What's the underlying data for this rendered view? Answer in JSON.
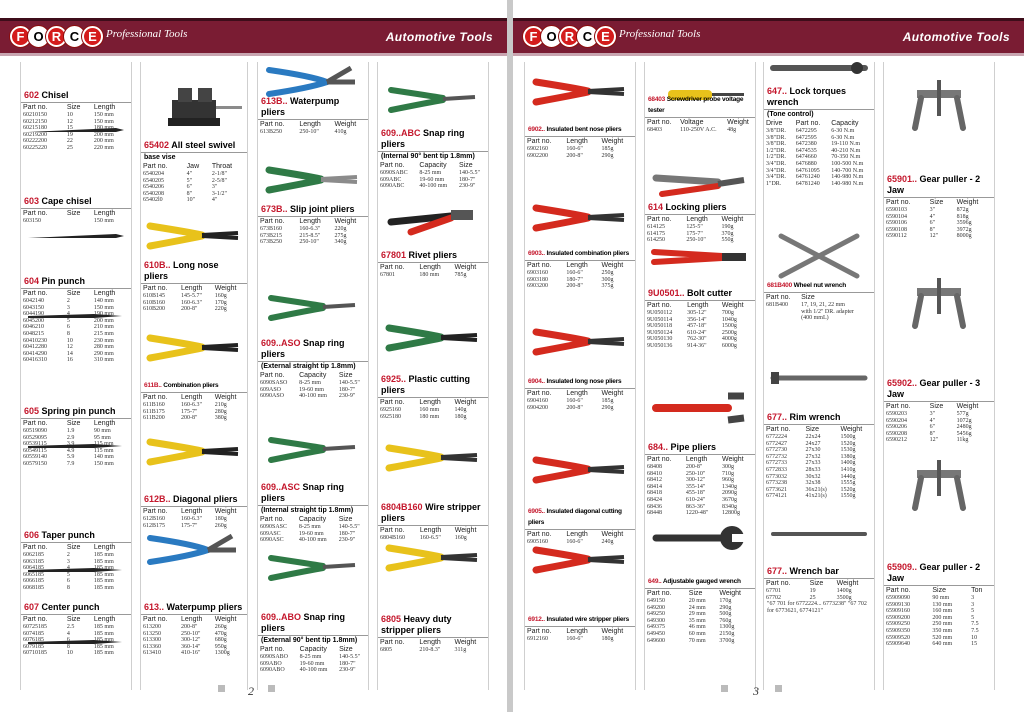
{
  "header": {
    "brand_letters": [
      "F",
      "O",
      "R",
      "C",
      "E"
    ],
    "tagline": "Professional Tools",
    "section_title": "Automotive Tools"
  },
  "pages": {
    "left_number": "2",
    "right_number": "3"
  },
  "c1": [
    {
      "code": "602",
      "name": "Chisel",
      "head": [
        "Part no.",
        "Size",
        "Length"
      ],
      "rows": [
        [
          "60210150",
          "10",
          "150 mm"
        ],
        [
          "60212150",
          "12",
          "150 mm"
        ],
        [
          "60215180",
          "15",
          "180 mm"
        ],
        [
          "60219200",
          "19",
          "200 mm"
        ],
        [
          "60222200",
          "22",
          "200 mm"
        ],
        [
          "60225220",
          "25",
          "220 mm"
        ]
      ]
    },
    {
      "code": "603",
      "name": "Cape chisel",
      "head": [
        "Part no.",
        "Size",
        "Length"
      ],
      "rows": [
        [
          "603150",
          "",
          "150 mm"
        ]
      ]
    },
    {
      "code": "604",
      "name": "Pin punch",
      "head": [
        "Part no.",
        "Size",
        "Length"
      ],
      "rows": [
        [
          "6042140",
          "2",
          "140 mm"
        ],
        [
          "6043150",
          "3",
          "150 mm"
        ],
        [
          "6044190",
          "4",
          "190 mm"
        ],
        [
          "6045200",
          "5",
          "200 mm"
        ],
        [
          "6046210",
          "6",
          "210 mm"
        ],
        [
          "6048215",
          "8",
          "215 mm"
        ],
        [
          "60410230",
          "10",
          "230 mm"
        ],
        [
          "60412280",
          "12",
          "280 mm"
        ],
        [
          "60414290",
          "14",
          "290 mm"
        ],
        [
          "60416310",
          "16",
          "310 mm"
        ]
      ]
    },
    {
      "code": "605",
      "name": "Spring pin punch",
      "head": [
        "Part no.",
        "Size",
        "Length"
      ],
      "rows": [
        [
          "60519090",
          "1.9",
          "90 mm"
        ],
        [
          "60529095",
          "2.9",
          "95 mm"
        ],
        [
          "60539115",
          "3.9",
          "115 mm"
        ],
        [
          "60549115",
          "4.9",
          "115 mm"
        ],
        [
          "60559140",
          "5.9",
          "140 mm"
        ],
        [
          "60579150",
          "7.9",
          "150 mm"
        ]
      ]
    },
    {
      "code": "606",
      "name": "Taper punch",
      "head": [
        "Part no.",
        "Size",
        "Length"
      ],
      "rows": [
        [
          "6062185",
          "2",
          "185 mm"
        ],
        [
          "6063185",
          "3",
          "185 mm"
        ],
        [
          "6064185",
          "4",
          "185 mm"
        ],
        [
          "6065185",
          "5",
          "185 mm"
        ],
        [
          "6066185",
          "6",
          "185 mm"
        ],
        [
          "6068185",
          "8",
          "185 mm"
        ]
      ]
    },
    {
      "code": "607",
      "name": "Center punch",
      "head": [
        "Part no.",
        "Size",
        "Length"
      ],
      "rows": [
        [
          "60725185",
          "2.5",
          "185 mm"
        ],
        [
          "6074185",
          "4",
          "185 mm"
        ],
        [
          "6076185",
          "6",
          "185 mm"
        ],
        [
          "6079185",
          "8",
          "185 mm"
        ],
        [
          "60710185",
          "10",
          "185 mm"
        ]
      ]
    }
  ],
  "c2": [
    {
      "code": "65402",
      "name": "All steel swivel",
      "name2": "base vise",
      "head": [
        "Part no.",
        "Jaw",
        "Throat"
      ],
      "rows": [
        [
          "6540204",
          "4\"",
          "2-1/8\""
        ],
        [
          "6540205",
          "5\"",
          "2-5/8\""
        ],
        [
          "6540206",
          "6\"",
          "3\""
        ],
        [
          "6540208",
          "8\"",
          "3-1/2\""
        ],
        [
          "65402l0",
          "10\"",
          "4\""
        ]
      ]
    },
    {
      "code": "610B..",
      "name": "Long nose pliers",
      "head": [
        "Part no.",
        "Length",
        "Weight"
      ],
      "rows": [
        [
          "610B145",
          "145-5.7\"",
          "160g"
        ],
        [
          "610B160",
          "160-6.3\"",
          "170g"
        ],
        [
          "610B200",
          "200-8\"",
          "220g"
        ]
      ]
    },
    {
      "code": "611B..",
      "name": "Combination pliers",
      "small": true,
      "head": [
        "Part no.",
        "Length",
        "Weight"
      ],
      "rows": [
        [
          "611B160",
          "160-6.3\"",
          "210g"
        ],
        [
          "611B175",
          "175-7\"",
          "280g"
        ],
        [
          "611B200",
          "200-8\"",
          "380g"
        ]
      ]
    },
    {
      "code": "612B..",
      "name": "Diagonal pliers",
      "head": [
        "Part no.",
        "Length",
        "Weight"
      ],
      "rows": [
        [
          "612B160",
          "160-6.3\"",
          "180g"
        ],
        [
          "612B175",
          "175-7\"",
          "260g"
        ]
      ]
    },
    {
      "code": "613..",
      "name": "Waterpump pliers",
      "head": [
        "Part no.",
        "Length",
        "Weight"
      ],
      "rows": [
        [
          "613200",
          "200-8\"",
          "260g"
        ],
        [
          "613250",
          "250-10\"",
          "470g"
        ],
        [
          "613300",
          "300-12\"",
          "680g"
        ],
        [
          "613360",
          "360-14\"",
          "950g"
        ],
        [
          "613410",
          "410-16\"",
          "1300g"
        ]
      ]
    }
  ],
  "c3": [
    {
      "code": "613B..",
      "name": "Waterpump pliers",
      "head": [
        "Part no.",
        "Length",
        "Weight"
      ],
      "rows": [
        [
          "613B250",
          "250-10\"",
          "410g"
        ]
      ]
    },
    {
      "code": "673B..",
      "name": "Slip joint pliers",
      "head": [
        "Part no.",
        "Length",
        "Weight"
      ],
      "rows": [
        [
          "673B160",
          "160-6.3\"",
          "220g"
        ],
        [
          "673B215",
          "215-8.5\"",
          "275g"
        ],
        [
          "673B250",
          "250-10\"",
          "340g"
        ]
      ]
    },
    {
      "code": "609..ASO",
      "name": "Snap ring pliers",
      "sub": "(External straight tip 1.8mm)",
      "head": [
        "Part no.",
        "Capacity",
        "Size"
      ],
      "rows": [
        [
          "6090SASO",
          "8-25 mm",
          "140-5.5\""
        ],
        [
          "609ASO",
          "19-60 mm",
          "180-7\""
        ],
        [
          "6090ASO",
          "40-100 mm",
          "230-9\""
        ]
      ]
    },
    {
      "code": "609..ASC",
      "name": "Snap ring pliers",
      "sub": "(Internal straight tip 1.8mm)",
      "head": [
        "Part no.",
        "Capacity",
        "Size"
      ],
      "rows": [
        [
          "6090SASC",
          "8-25 mm",
          "140-5.5\""
        ],
        [
          "609ASC",
          "19-60 mm",
          "180-7\""
        ],
        [
          "6090ASC",
          "40-100 mm",
          "230-9\""
        ]
      ]
    },
    {
      "code": "609..ABO",
      "name": "Snap ring pliers",
      "sub": "(External 90° bent tip 1.8mm)",
      "head": [
        "Part no.",
        "Capacity",
        "Size"
      ],
      "rows": [
        [
          "6090SABO",
          "8-25 mm",
          "140-5.5\""
        ],
        [
          "609ABO",
          "19-60 mm",
          "180-7\""
        ],
        [
          "6090ABO",
          "40-100 mm",
          "230-9\""
        ]
      ]
    }
  ],
  "c4": [
    {
      "code": "609..ABC",
      "name": "Snap ring pliers",
      "sub": "(Internal 90° bent tip 1.8mm)",
      "head": [
        "Part no.",
        "Capacity",
        "Size"
      ],
      "rows": [
        [
          "6090SABC",
          "8-25 mm",
          "140-5.5\""
        ],
        [
          "609ABC",
          "19-60 mm",
          "180-7\""
        ],
        [
          "6090ABC",
          "40-100 mm",
          "230-9\""
        ]
      ]
    },
    {
      "code": "67801",
      "name": "Rivet pliers",
      "head": [
        "Part no.",
        "Length",
        "Weight"
      ],
      "rows": [
        [
          "67801",
          "180 mm",
          "785g"
        ]
      ]
    },
    {
      "code": "6925..",
      "name": "Plastic cutting pliers",
      "head": [
        "Part no.",
        "Length",
        "Weight"
      ],
      "rows": [
        [
          "6925160",
          "160 mm",
          "140g"
        ],
        [
          "6925180",
          "180 mm",
          "180g"
        ]
      ]
    },
    {
      "code": "6804B160",
      "name": "Wire stripper pliers",
      "head": [
        "Part no.",
        "Length",
        "Weight"
      ],
      "rows": [
        [
          "6804B160",
          "160-6.5\"",
          "160g"
        ]
      ]
    },
    {
      "code": "6805",
      "name": "Heavy duty stripper pliers",
      "head": [
        "Part no.",
        "Length",
        "Weight"
      ],
      "rows": [
        [
          "6805",
          "210-8.3\"",
          "311g"
        ]
      ]
    }
  ],
  "c5": [
    {
      "code": "6902..",
      "name": "Insulated bent nose pliers",
      "small": true,
      "head": [
        "Part no.",
        "Length",
        "Weight"
      ],
      "rows": [
        [
          "6902160",
          "160-6\"",
          "185g"
        ],
        [
          "6902200",
          "200-8\"",
          "290g"
        ]
      ]
    },
    {
      "code": "6903..",
      "name": "Insulated combination pliers",
      "small": true,
      "head": [
        "Part no.",
        "Length",
        "Weight"
      ],
      "rows": [
        [
          "6903160",
          "160-6\"",
          "250g"
        ],
        [
          "6903180",
          "180-7\"",
          "300g"
        ],
        [
          "6903200",
          "200-8\"",
          "375g"
        ]
      ]
    },
    {
      "code": "6904..",
      "name": "Insulated long nose pliers",
      "small": true,
      "head": [
        "Part no.",
        "Length",
        "Weight"
      ],
      "rows": [
        [
          "6904160",
          "160-6\"",
          "185g"
        ],
        [
          "6904200",
          "200-8\"",
          "290g"
        ]
      ]
    },
    {
      "code": "6905..",
      "name": "Insulated diagonal cutting pliers",
      "small": true,
      "head": [
        "Part no.",
        "Length",
        "Weight"
      ],
      "rows": [
        [
          "6905160",
          "160-6\"",
          "240g"
        ]
      ]
    },
    {
      "code": "6912..",
      "name": "Insulated wire stripper pliers",
      "small": true,
      "head": [
        "Part no.",
        "Length",
        "Weight"
      ],
      "rows": [
        [
          "6912160",
          "160-6\"",
          "180g"
        ]
      ]
    }
  ],
  "c6": [
    {
      "code": "68403",
      "name": "Screwdriver probe voltage tester",
      "small": true,
      "head": [
        "Part no.",
        "Voltage",
        "Weight"
      ],
      "rows": [
        [
          "68403",
          "110-250V A.C.",
          "48g"
        ]
      ]
    },
    {
      "code": "614",
      "name": "Locking pliers",
      "head": [
        "Part no.",
        "Length",
        "Weight"
      ],
      "rows": [
        [
          "614125",
          "125-5\"",
          "190g"
        ],
        [
          "614175",
          "175-7\"",
          "370g"
        ],
        [
          "614250",
          "250-10\"",
          "550g"
        ]
      ]
    },
    {
      "code": "9U0501..",
      "name": "Bolt cutter",
      "head": [
        "Part no.",
        "Length",
        "Weight"
      ],
      "rows": [
        [
          "9U050112",
          "305-12\"",
          "700g"
        ],
        [
          "9U050114",
          "356-14\"",
          "1040g"
        ],
        [
          "9U050118",
          "457-18\"",
          "1500g"
        ],
        [
          "9U050124",
          "610-24\"",
          "2500g"
        ],
        [
          "9U050130",
          "762-30\"",
          "4000g"
        ],
        [
          "9U050136",
          "914-36\"",
          "6000g"
        ]
      ]
    },
    {
      "code": "684..",
      "name": "Pipe pliers",
      "head": [
        "Part no.",
        "Length",
        "Weight"
      ],
      "rows": [
        [
          "68408",
          "200-8\"",
          "300g"
        ],
        [
          "68410",
          "250-10\"",
          "710g"
        ],
        [
          "68412",
          "300-12\"",
          "960g"
        ],
        [
          "68414",
          "355-14\"",
          "1340g"
        ],
        [
          "68418",
          "455-18\"",
          "2090g"
        ],
        [
          "68424",
          "610-24\"",
          "3670g"
        ],
        [
          "68436",
          "863-36\"",
          "8340g"
        ],
        [
          "68448",
          "1220-48\"",
          "12800g"
        ]
      ]
    },
    {
      "code": "649..",
      "name": "Adjustable gauged wrench",
      "small": true,
      "head": [
        "Part no.",
        "Size",
        "Weight"
      ],
      "rows": [
        [
          "649150",
          "20 mm",
          "170g"
        ],
        [
          "649200",
          "24 mm",
          "290g"
        ],
        [
          "649250",
          "29 mm",
          "500g"
        ],
        [
          "649300",
          "35 mm",
          "760g"
        ],
        [
          "649375",
          "46 mm",
          "1300g"
        ],
        [
          "649450",
          "60 mm",
          "2150g"
        ],
        [
          "649600",
          "70 mm",
          "3700g"
        ]
      ]
    }
  ],
  "c7": [
    {
      "code": "647..",
      "name": "Lock torques wrench",
      "name2": "(Tone control)",
      "head": [
        "Drive",
        "Part no.",
        "Capacity"
      ],
      "rows": [
        [
          "3/8\"DR.",
          "6472295",
          "6-30 N.m"
        ],
        [
          "3/8\"DR.",
          "6472595",
          "6-30 N.m"
        ],
        [
          "3/8\"DR.",
          "6472380",
          "19-110 N.m"
        ],
        [
          "1/2\"DR.",
          "6474535",
          "40-210 N.m"
        ],
        [
          "1/2\"DR.",
          "6474660",
          "70-350 N.m"
        ],
        [
          "3/4\"DR.",
          "6476880",
          "100-500 N.m"
        ],
        [
          "3/4\"DR.",
          "64761095",
          "140-700 N.m"
        ],
        [
          "3/4\"DR.",
          "64761240",
          "140-980 N.m"
        ],
        [
          "1\"DR.",
          "64781240",
          "140-980 N.m"
        ]
      ]
    },
    {
      "code": "681B400",
      "name": "Wheel nut wrench",
      "small": true,
      "head": [
        "Part no.",
        "Size",
        ""
      ],
      "rows": [
        [
          "681B400",
          "17, 19, 21, 22 mm",
          ""
        ],
        [
          "",
          "with 1/2\" DR. adapter",
          ""
        ],
        [
          "",
          "(400 mmL)",
          ""
        ]
      ]
    },
    {
      "code": "677..",
      "name": "Rim wrench",
      "head": [
        "Part no.",
        "Size",
        "Weight"
      ],
      "rows": [
        [
          "6772224",
          "22x24",
          "1500g"
        ],
        [
          "6772427",
          "24x27",
          "1520g"
        ],
        [
          "6772730",
          "27x30",
          "1530g"
        ],
        [
          "6772732",
          "27x32",
          "1380g"
        ],
        [
          "6772733",
          "27x33",
          "1400g"
        ],
        [
          "6772833",
          "28x33",
          "1410g"
        ],
        [
          "6773032",
          "30x32",
          "1440g"
        ],
        [
          "6773238",
          "32x38",
          "1555g"
        ],
        [
          "6773621",
          "36x21(s)",
          "1520g"
        ],
        [
          "6774121",
          "41x21(s)",
          "1550g"
        ]
      ]
    },
    {
      "code": "677..",
      "name": "Wrench bar",
      "head": [
        "Part no.",
        "Size",
        "Weight"
      ],
      "rows": [
        [
          "67701",
          "19",
          "1400g"
        ],
        [
          "67702",
          "25",
          "3500g"
        ]
      ],
      "note": "\"67 701 for 6772224... 6773238\" \"67 702 for 6773621, 6774121\""
    }
  ],
  "c8": [
    {
      "code": "65901..",
      "name": "Gear puller - 2 Jaw",
      "head": [
        "Part no.",
        "Size",
        "Weight"
      ],
      "rows": [
        [
          "6590103",
          "3\"",
          "872g"
        ],
        [
          "6590104",
          "4\"",
          "818g"
        ],
        [
          "6590106",
          "6\"",
          "3596g"
        ],
        [
          "6590108",
          "8\"",
          "3972g"
        ],
        [
          "6590112",
          "12\"",
          "8000g"
        ]
      ]
    },
    {
      "code": "65902..",
      "name": "Gear puller - 3 Jaw",
      "head": [
        "Part no.",
        "Size",
        "Weight"
      ],
      "rows": [
        [
          "6590203",
          "3\"",
          "577g"
        ],
        [
          "6590204",
          "4\"",
          "1072g"
        ],
        [
          "6590206",
          "6\"",
          "2480g"
        ],
        [
          "6590208",
          "8\"",
          "5456g"
        ],
        [
          "6590212",
          "12\"",
          "11kg"
        ]
      ]
    },
    {
      "code": "65909..",
      "name": "Gear puller - 2 Jaw",
      "head": [
        "Part no.",
        "Size",
        "Ton"
      ],
      "rows": [
        [
          "65909090",
          "90 mm",
          "3"
        ],
        [
          "65909130",
          "130 mm",
          "3"
        ],
        [
          "65909160",
          "160 mm",
          "5"
        ],
        [
          "65909200",
          "200 mm",
          "5"
        ],
        [
          "65909250",
          "250 mm",
          "7.5"
        ],
        [
          "65909350",
          "350 mm",
          "7.5"
        ],
        [
          "65909520",
          "520 mm",
          "10"
        ],
        [
          "65909640",
          "640 mm",
          "15"
        ]
      ]
    }
  ]
}
